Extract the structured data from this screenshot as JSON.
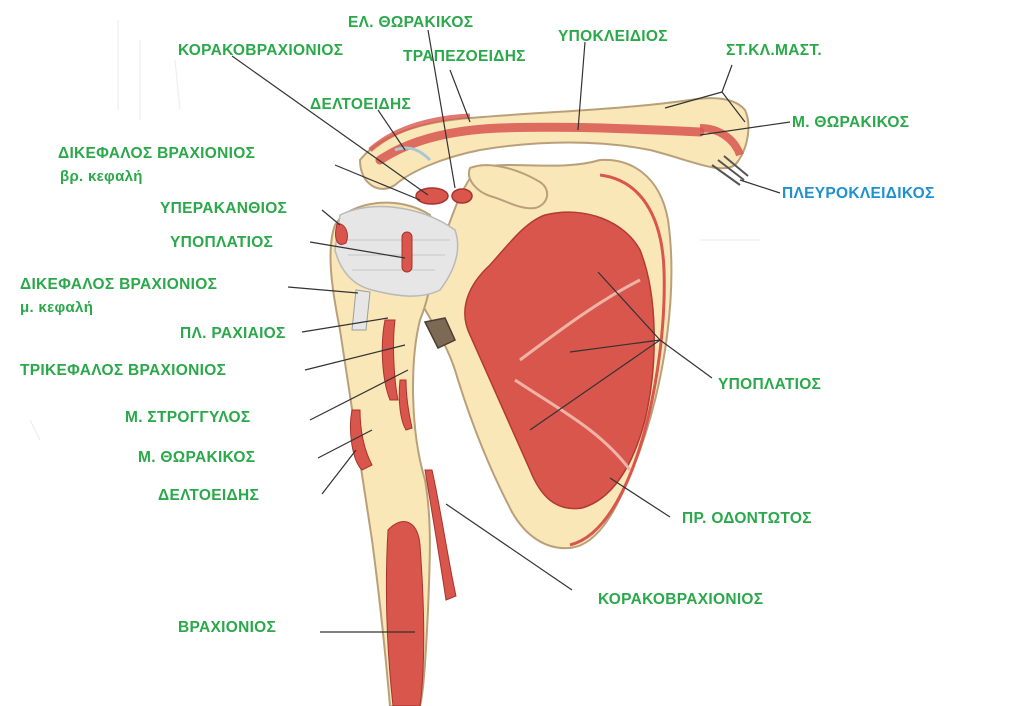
{
  "colors": {
    "bone": "#f9e7b8",
    "bone_edge": "#c9b58d",
    "muscle": "#d9564d",
    "muscle_light": "#f0a99a",
    "tendon": "#e6e6e6",
    "line": "#333333",
    "label_green": "#2aa84a",
    "label_blue": "#1e90d0"
  },
  "labels": {
    "el_thorakikos": "ΕΛ. ΘΩΡΑΚΙΚΟΣ",
    "korakovrachionios_top": "ΚΟΡΑΚΟΒΡΑΧΙΟΝΙΟΣ",
    "trapezoeidis": "ΤΡΑΠΕΖΟΕΙΔΗΣ",
    "ypokleidios": "ΥΠΟΚΛΕΙΔΙΟΣ",
    "st_kl_mast": "ΣΤ.ΚΛ.ΜΑΣΤ.",
    "deltoeidis_top": "ΔΕΛΤΟΕΙΔΗΣ",
    "m_thorakikos_right": "Μ. ΘΩΡΑΚΙΚΟΣ",
    "dikefalos_vr_1": "ΔΙΚΕΦΑΛΟΣ ΒΡΑΧΙΟΝΙΟΣ",
    "dikefalos_vr_1_sub": "βρ. κεφαλή",
    "plevrokleidikos": "ΠΛΕΥΡΟΚΛΕΙΔΙΚΟΣ",
    "yperakanthios": "ΥΠΕΡΑΚΑΝΘΙΟΣ",
    "ypoplatios_left": "ΥΠΟΠΛΑΤΙΟΣ",
    "dikefalos_vr_2": "ΔΙΚΕΦΑΛΟΣ ΒΡΑΧΙΟΝΙΟΣ",
    "dikefalos_vr_2_sub": "μ. κεφαλή",
    "pl_rachiaios": "ΠΛ. ΡΑΧΙΑΙΟΣ",
    "trikefalos": "ΤΡΙΚΕΦΑΛΟΣ ΒΡΑΧΙΟΝΙΟΣ",
    "ypoplatios_right": "ΥΠΟΠΛΑΤΙΟΣ",
    "m_strongylos": "Μ. ΣΤΡΟΓΓΥΛΟΣ",
    "m_thorakikos_left": "Μ. ΘΩΡΑΚΙΚΟΣ",
    "deltoeidis_bottom": "ΔΕΛΤΟΕΙΔΗΣ",
    "pr_odontotos": "ΠΡ. ΟΔΟΝΤΩΤΟΣ",
    "korakovrachionios_bottom": "ΚΟΡΑΚΟΒΡΑΧΙΟΝΙΟΣ",
    "vrachionios": "ΒΡΑΧΙΟΝΙΟΣ"
  }
}
